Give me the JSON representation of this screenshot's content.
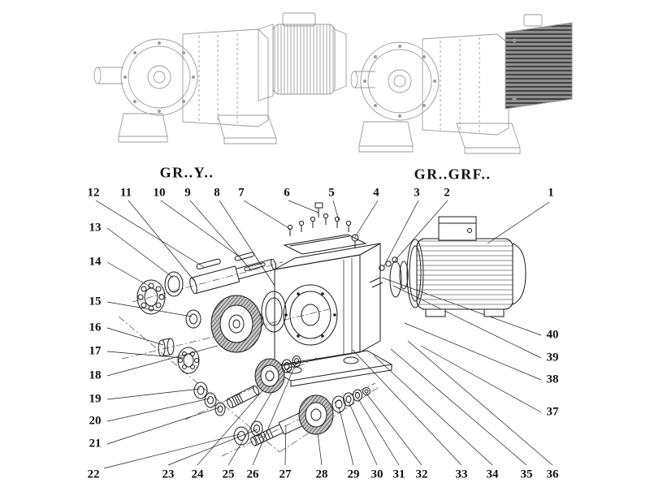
{
  "figure": {
    "variant_labels": [
      {
        "text": "GR..Y.."
      },
      {
        "text": "GR..GRF.."
      }
    ],
    "callouts": {
      "top": [
        "12",
        "11",
        "10",
        "9",
        "8",
        "7",
        "6",
        "5",
        "4",
        "3",
        "2",
        "1"
      ],
      "left": [
        "13",
        "14",
        "15",
        "16",
        "17",
        "18",
        "19",
        "20",
        "21"
      ],
      "bottom_left": "22",
      "bottom": [
        "23",
        "24",
        "25",
        "26",
        "27",
        "28",
        "29",
        "30",
        "31",
        "32",
        "33",
        "34",
        "35",
        "36"
      ],
      "right": [
        "40",
        "39",
        "38",
        "37"
      ]
    },
    "colors": {
      "line_dark": "#1a1a1a",
      "line_light": "#9b9b9b",
      "background": "#ffffff"
    }
  }
}
